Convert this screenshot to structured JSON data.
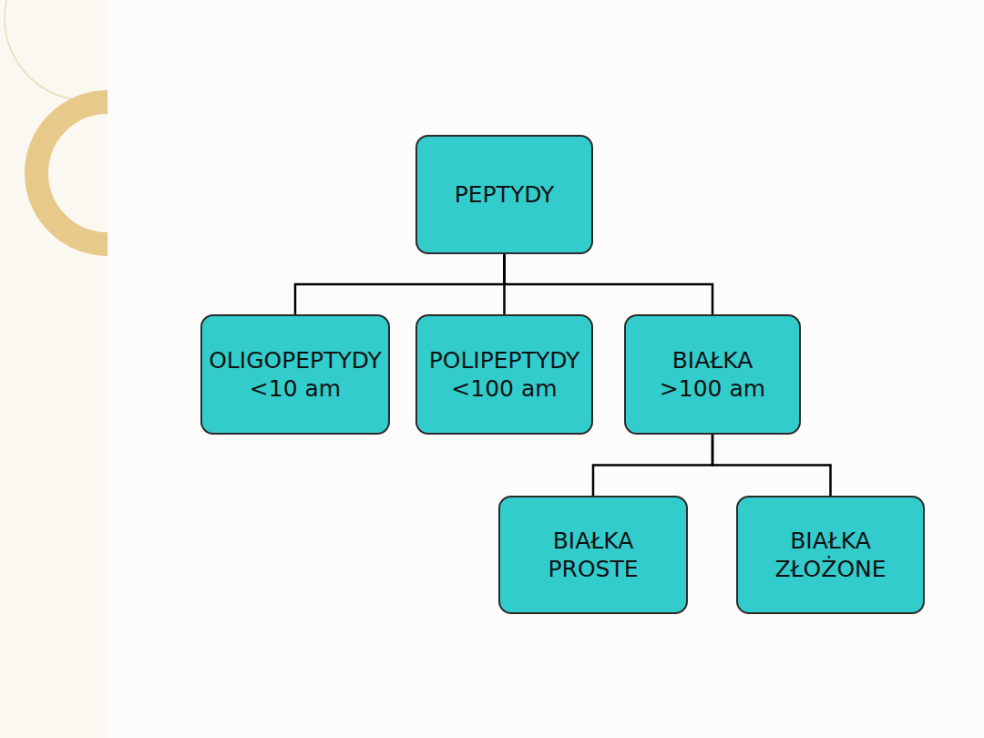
{
  "diagram": {
    "nodes": [
      {
        "text": [
          "PEPTYDY"
        ]
      },
      {
        "text": [
          "OLIGOPEPTYDY",
          "<10 am"
        ]
      },
      {
        "text": [
          "POLIPEPTYDY",
          "<100 am"
        ]
      },
      {
        "text": [
          "BIAŁKA",
          ">100 am"
        ]
      },
      {
        "text": [
          "BIAŁKA PROSTE"
        ]
      },
      {
        "text": [
          "BIAŁKA ZŁOŻONE"
        ]
      }
    ],
    "edges": [
      {
        "from": 0,
        "to": 1,
        "arrow": "none"
      },
      {
        "from": 0,
        "to": 2,
        "arrow": "none"
      },
      {
        "from": 0,
        "to": 3,
        "arrow": "none"
      },
      {
        "from": 3,
        "to": 4,
        "arrow": "none"
      },
      {
        "from": 3,
        "to": 5,
        "arrow": "none"
      }
    ]
  }
}
